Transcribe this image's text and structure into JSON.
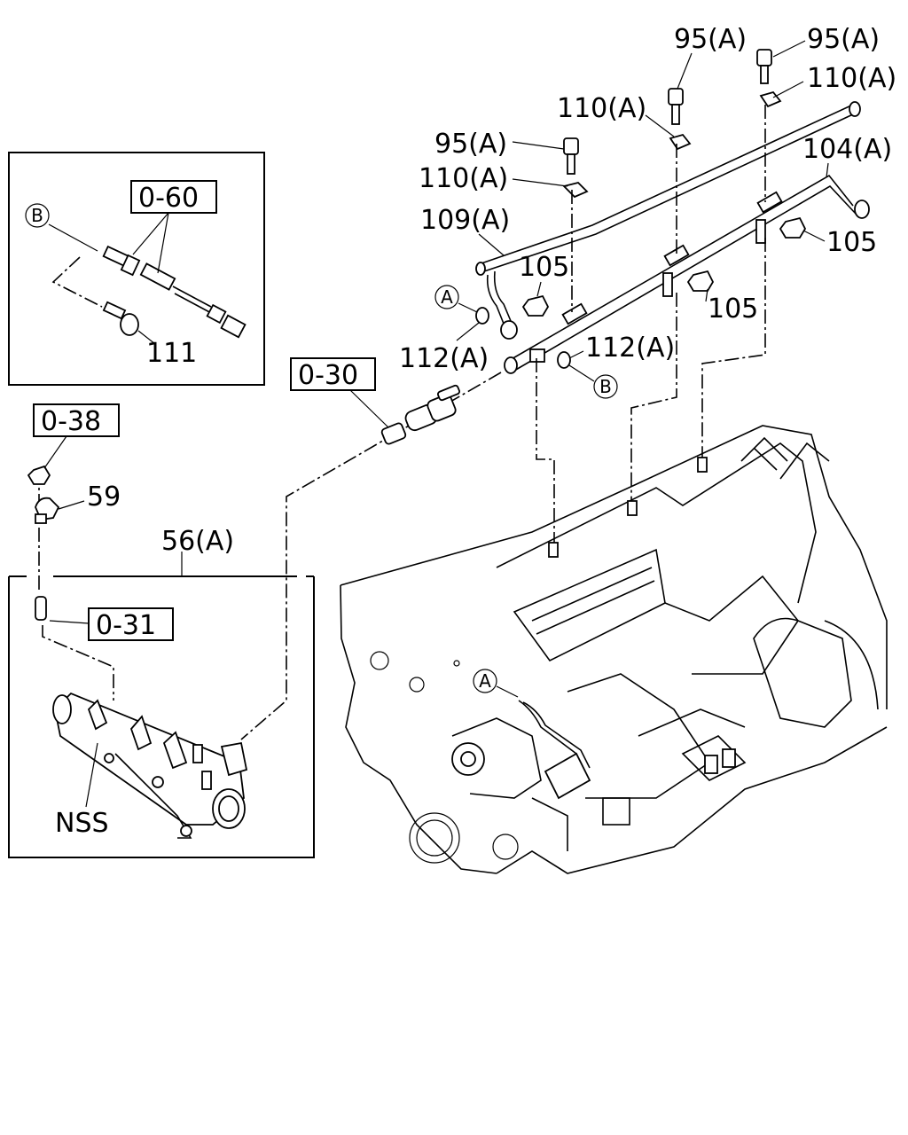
{
  "callouts": {
    "bolt_95_a_1": "95(A)",
    "bolt_95_a_2": "95(A)",
    "bolt_95_a_3": "95(A)",
    "clip_110_a_1": "110(A)",
    "clip_110_a_2": "110(A)",
    "clip_110_a_3": "110(A)",
    "pipe_104_a": "104(A)",
    "pipe_109_a": "109(A)",
    "nut_105_1": "105",
    "nut_105_2": "105",
    "nut_105_3": "105",
    "gasket_112_a_1": "112(A)",
    "gasket_112_a_2": "112(A)",
    "bolt_111": "111",
    "clamp_59": "59",
    "assembly_56_a": "56(A)",
    "nss": "NSS"
  },
  "reference_boxes": {
    "ref_0_60": "0-60",
    "ref_0_30": "0-30",
    "ref_0_38": "0-38",
    "ref_0_31": "0-31"
  },
  "circle_markers": {
    "marker_a_1": "A",
    "marker_a_2": "A",
    "marker_b_1": "B",
    "marker_b_2": "B"
  }
}
